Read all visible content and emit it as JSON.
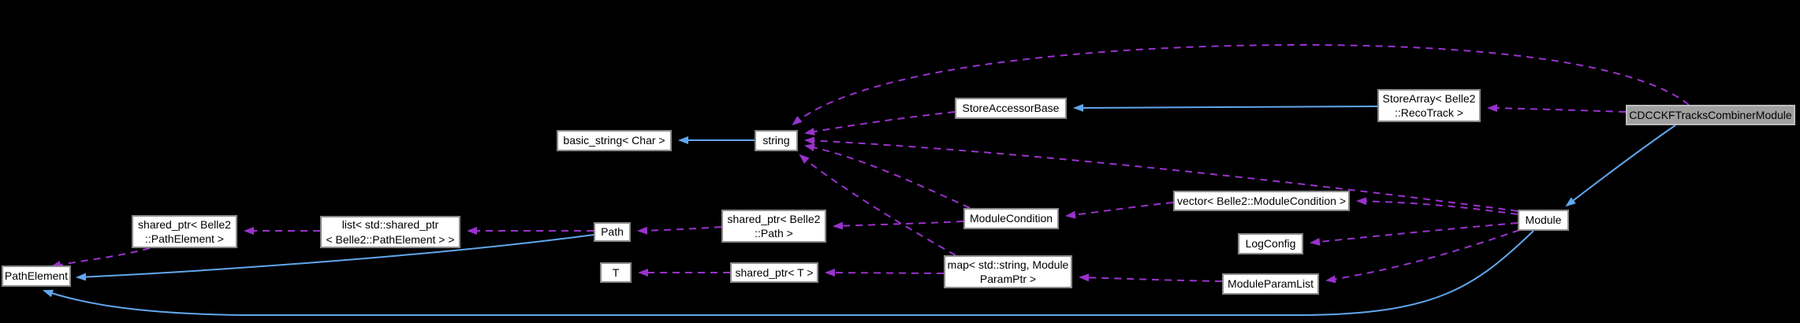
{
  "diagram": {
    "kind": "doxygen-collaboration-graph",
    "highlighted_node": "CDCCKFTracksCombinerModule"
  },
  "colors": {
    "background": "#000000",
    "node_fill": "#ffffff",
    "node_border": "#8a8a8a",
    "node_text": "#000000",
    "highlight_fill": "#a0a0a0",
    "highlight_border": "#bdbdbd",
    "usage_edge": "#9a32cd",
    "inheritance_edge": "#61a7ee"
  },
  "nodes": [
    {
      "id": "pathelement",
      "label": "PathElement"
    },
    {
      "id": "shared-ptr-pathelement",
      "label": "shared_ptr< Belle2\n::PathElement >"
    },
    {
      "id": "list-shared-ptr",
      "label": "list< std::shared_ptr\n< Belle2::PathElement > >"
    },
    {
      "id": "path",
      "label": "Path"
    },
    {
      "id": "t",
      "label": "T"
    },
    {
      "id": "shared-ptr-path",
      "label": "shared_ptr< Belle2\n::Path >"
    },
    {
      "id": "shared-ptr-t",
      "label": "shared_ptr< T >"
    },
    {
      "id": "basic-string",
      "label": "basic_string< Char >"
    },
    {
      "id": "string",
      "label": "string"
    },
    {
      "id": "storeaccessorbase",
      "label": "StoreAccessorBase"
    },
    {
      "id": "storearray",
      "label": "StoreArray< Belle2\n::RecoTrack >"
    },
    {
      "id": "cdcckftrackscombinermodule",
      "label": "CDCCKFTracksCombinerModule"
    },
    {
      "id": "modulecondition",
      "label": "ModuleCondition"
    },
    {
      "id": "vector-modulecondition",
      "label": "vector< Belle2::ModuleCondition >"
    },
    {
      "id": "logconfig",
      "label": "LogConfig"
    },
    {
      "id": "map-moduleparamptr",
      "label": "map< std::string, Module\nParamPtr >"
    },
    {
      "id": "moduleparamlist",
      "label": "ModuleParamList"
    },
    {
      "id": "module",
      "label": "Module"
    }
  ],
  "edges": [
    {
      "from": "list< std::shared_ptr< Belle2::PathElement > >",
      "to": "shared_ptr< Belle2::PathElement >",
      "style": "dashed-usage"
    },
    {
      "from": "shared_ptr< Belle2::PathElement >",
      "to": "PathElement",
      "style": "dashed-usage"
    },
    {
      "from": "Path",
      "to": "list< std::shared_ptr< Belle2::PathElement > >",
      "style": "dashed-usage"
    },
    {
      "from": "shared_ptr< Belle2::Path >",
      "to": "Path",
      "style": "dashed-usage"
    },
    {
      "from": "ModuleCondition",
      "to": "shared_ptr< Belle2::Path >",
      "style": "dashed-usage"
    },
    {
      "from": "shared_ptr< T >",
      "to": "T",
      "style": "dashed-usage"
    },
    {
      "from": "map< std::string, ModuleParamPtr >",
      "to": "shared_ptr< T >",
      "style": "dashed-usage"
    },
    {
      "from": "ModuleParamList",
      "to": "map< std::string, ModuleParamPtr >",
      "style": "dashed-usage"
    },
    {
      "from": "vector< Belle2::ModuleCondition >",
      "to": "ModuleCondition",
      "style": "dashed-usage"
    },
    {
      "from": "Module",
      "to": "vector< Belle2::ModuleCondition >",
      "style": "dashed-usage"
    },
    {
      "from": "Module",
      "to": "LogConfig",
      "style": "dashed-usage"
    },
    {
      "from": "Module",
      "to": "ModuleParamList",
      "style": "dashed-usage"
    },
    {
      "from": "Module",
      "to": "string",
      "style": "dashed-usage"
    },
    {
      "from": "ModuleCondition",
      "to": "string",
      "style": "dashed-usage"
    },
    {
      "from": "map< std::string, ModuleParamPtr >",
      "to": "string",
      "style": "dashed-usage"
    },
    {
      "from": "StoreAccessorBase",
      "to": "string",
      "style": "dashed-usage"
    },
    {
      "from": "CDCCKFTracksCombinerModule",
      "to": "string",
      "style": "dashed-usage"
    },
    {
      "from": "CDCCKFTracksCombinerModule",
      "to": "StoreArray< Belle2::RecoTrack >",
      "style": "dashed-usage"
    },
    {
      "from": "string",
      "to": "basic_string< Char >",
      "style": "solid-inheritance"
    },
    {
      "from": "StoreArray< Belle2::RecoTrack >",
      "to": "StoreAccessorBase",
      "style": "solid-inheritance"
    },
    {
      "from": "CDCCKFTracksCombinerModule",
      "to": "Module",
      "style": "solid-inheritance"
    },
    {
      "from": "Path",
      "to": "PathElement",
      "style": "solid-inheritance"
    },
    {
      "from": "Module",
      "to": "PathElement",
      "style": "solid-inheritance"
    }
  ]
}
